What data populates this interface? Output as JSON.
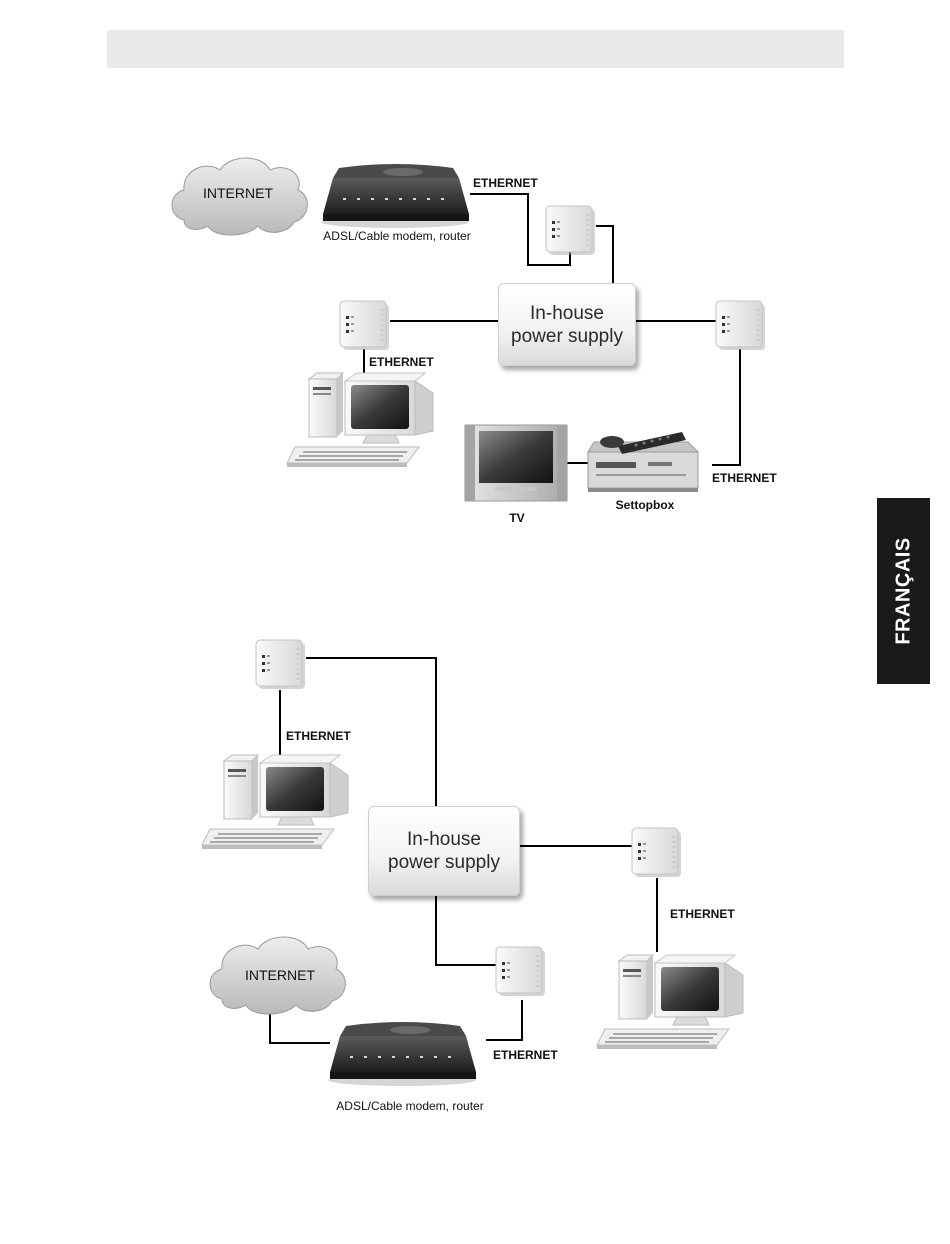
{
  "side_tab": {
    "label": "FRANÇAIS"
  },
  "diagram_top": {
    "internet": "INTERNET",
    "modem_caption": "ADSL/Cable modem, router",
    "power_supply": "In-house\npower supply",
    "ethernet_1": "ETHERNET",
    "ethernet_2": "ETHERNET",
    "ethernet_3": "ETHERNET",
    "tv_caption": "TV",
    "settopbox_caption": "Settopbox"
  },
  "diagram_bottom": {
    "internet": "INTERNET",
    "modem_caption": "ADSL/Cable modem, router",
    "power_supply": "In-house\npower supply",
    "ethernet_1": "ETHERNET",
    "ethernet_2": "ETHERNET",
    "ethernet_3": "ETHERNET"
  },
  "colors": {
    "header_bar": "#e9e9e9",
    "side_tab": "#1a1a1a",
    "cable": "#000000"
  },
  "icons": [
    "cloud-icon",
    "modem-router-icon",
    "powerline-adapter-icon",
    "desktop-computer-icon",
    "tv-icon",
    "settopbox-icon",
    "remote-control-icon"
  ]
}
